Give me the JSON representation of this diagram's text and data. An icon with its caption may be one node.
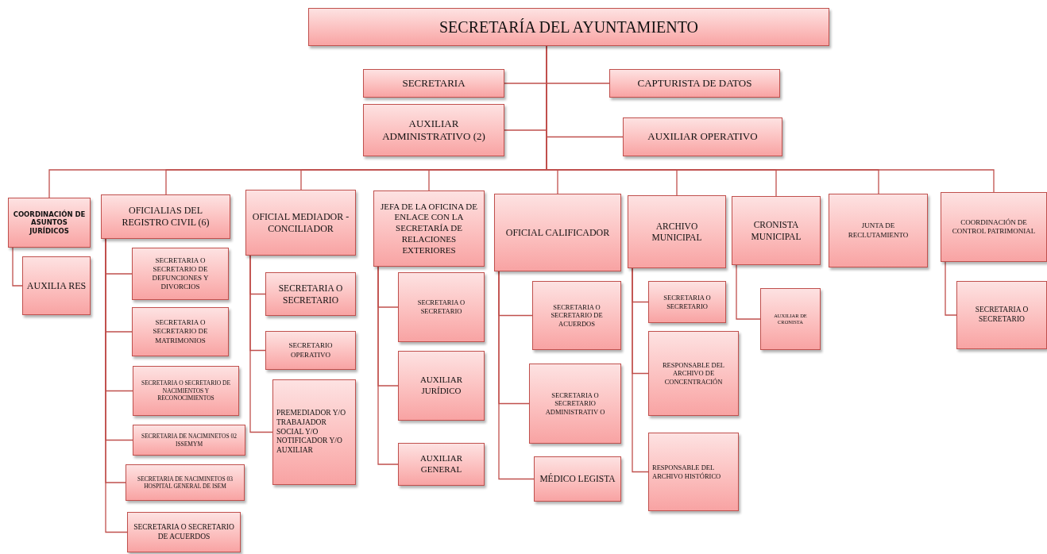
{
  "diagram": {
    "nodes": [
      {
        "text": [
          "SECRETARÍA DEL AYUNTAMIENTO"
        ]
      },
      {
        "text": [
          "SECRETARIA"
        ]
      },
      {
        "text": [
          "CAPTURISTA DE DATOS"
        ]
      },
      {
        "text": [
          "AUXILIAR ADMINISTRATIVO (2)"
        ]
      },
      {
        "text": [
          "AUXILIAR OPERATIVO"
        ]
      },
      {
        "text": [
          "COORDINACIÓN DE ASUNTOS JURÍDICOS"
        ]
      },
      {
        "text": [
          "AUXILIA RES"
        ]
      },
      {
        "text": [
          "OFICIALIAS DEL REGISTRO CIVIL (6)"
        ]
      },
      {
        "text": [
          "SECRETARIA O SECRETARIO DE DEFUNCIONES Y DIVORCIOS"
        ]
      },
      {
        "text": [
          "SECRETARIA O SECRETARIO DE MATRIMONIOS"
        ]
      },
      {
        "text": [
          "SECRETARIA O SECRETARIO DE NACIMIENTOS Y RECONOCIMIENTOS"
        ]
      },
      {
        "text": [
          "SECRETARIA DE NACIMINETOS 02 ISSEMYM"
        ]
      },
      {
        "text": [
          "SECRETARIA DE NACIMINETOS 03 HOSPITAL GENERAL DE ISEM"
        ]
      },
      {
        "text": [
          "SECRETARIA O SECRETARIO DE ACUERDOS"
        ]
      },
      {
        "text": [
          "OFICIAL MEDIADOR - CONCILIADOR"
        ]
      },
      {
        "text": [
          "SECRETARIA O SECRETARIO"
        ]
      },
      {
        "text": [
          "SECRETARIO OPERATIVO"
        ]
      },
      {
        "text": [
          "PREMEDIADOR Y/O TRABAJADOR SOCIAL Y/O NOTIFICADOR Y/O AUXILIAR"
        ]
      },
      {
        "text": [
          "JEFA DE LA OFICINA DE ENLACE CON LA SECRETARÍA DE RELACIONES EXTERIORES"
        ]
      },
      {
        "text": [
          "SECRETARIA O SECRETARIO"
        ]
      },
      {
        "text": [
          "AUXILIAR JURÍDICO"
        ]
      },
      {
        "text": [
          "AUXILIAR GENERAL"
        ]
      },
      {
        "text": [
          "OFICIAL CALIFICADOR"
        ]
      },
      {
        "text": [
          "SECRETARIA O SECRETARIO DE ACUERDOS"
        ]
      },
      {
        "text": [
          "SECRETARIA O SECRETARIO ADMINISTRATIV O"
        ]
      },
      {
        "text": [
          "MÉDICO LEGISTA"
        ]
      },
      {
        "text": [
          "ARCHIVO MUNICIPAL"
        ]
      },
      {
        "text": [
          "SECRETARIA O SECRETARIO"
        ]
      },
      {
        "text": [
          "RESPONSABLE DEL ARCHIVO DE CONCENTRACIÓN"
        ]
      },
      {
        "text": [
          "RESPONSABLE DEL ARCHIVO HISTÓRICO"
        ]
      },
      {
        "text": [
          "CRONISTA MUNICIPAL"
        ]
      },
      {
        "text": [
          "AUXILIAR DE CRONISTA"
        ]
      },
      {
        "text": [
          "JUNTA DE RECLUTAMIENTO"
        ]
      },
      {
        "text": [
          "COORDINACIÓN DE CONTROL PATRIMONIAL"
        ]
      },
      {
        "text": [
          "SECRETARIA O SECRETARIO"
        ]
      }
    ],
    "edges": [
      {
        "from": 0,
        "to": 1,
        "arrow": "none"
      },
      {
        "from": 0,
        "to": 2,
        "arrow": "none"
      },
      {
        "from": 0,
        "to": 3,
        "arrow": "none"
      },
      {
        "from": 0,
        "to": 4,
        "arrow": "none"
      },
      {
        "from": 0,
        "to": 5,
        "arrow": "none"
      },
      {
        "from": 0,
        "to": 7,
        "arrow": "none"
      },
      {
        "from": 0,
        "to": 14,
        "arrow": "none"
      },
      {
        "from": 0,
        "to": 18,
        "arrow": "none"
      },
      {
        "from": 0,
        "to": 22,
        "arrow": "none"
      },
      {
        "from": 0,
        "to": 26,
        "arrow": "none"
      },
      {
        "from": 0,
        "to": 30,
        "arrow": "none"
      },
      {
        "from": 0,
        "to": 32,
        "arrow": "none"
      },
      {
        "from": 0,
        "to": 33,
        "arrow": "none"
      },
      {
        "from": 5,
        "to": 6,
        "arrow": "none"
      },
      {
        "from": 7,
        "to": 8,
        "arrow": "none"
      },
      {
        "from": 7,
        "to": 9,
        "arrow": "none"
      },
      {
        "from": 7,
        "to": 10,
        "arrow": "none"
      },
      {
        "from": 7,
        "to": 11,
        "arrow": "none"
      },
      {
        "from": 7,
        "to": 12,
        "arrow": "none"
      },
      {
        "from": 7,
        "to": 13,
        "arrow": "none"
      },
      {
        "from": 14,
        "to": 15,
        "arrow": "none"
      },
      {
        "from": 14,
        "to": 16,
        "arrow": "none"
      },
      {
        "from": 14,
        "to": 17,
        "arrow": "none"
      },
      {
        "from": 18,
        "to": 19,
        "arrow": "none"
      },
      {
        "from": 18,
        "to": 20,
        "arrow": "none"
      },
      {
        "from": 18,
        "to": 21,
        "arrow": "none"
      },
      {
        "from": 22,
        "to": 23,
        "arrow": "none"
      },
      {
        "from": 22,
        "to": 24,
        "arrow": "none"
      },
      {
        "from": 22,
        "to": 25,
        "arrow": "none"
      },
      {
        "from": 26,
        "to": 27,
        "arrow": "none"
      },
      {
        "from": 26,
        "to": 28,
        "arrow": "none"
      },
      {
        "from": 26,
        "to": 29,
        "arrow": "none"
      },
      {
        "from": 30,
        "to": 31,
        "arrow": "none"
      },
      {
        "from": 33,
        "to": 34,
        "arrow": "none"
      }
    ]
  }
}
